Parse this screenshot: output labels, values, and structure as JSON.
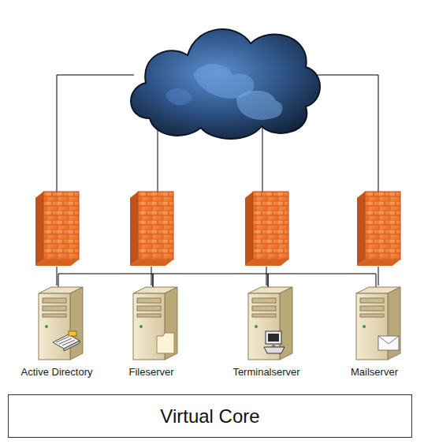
{
  "diagram": {
    "nodes": [
      {
        "text": [
          "Active Directory"
        ]
      },
      {
        "text": [
          "Fileserver"
        ]
      },
      {
        "text": [
          "Terminalserver"
        ]
      },
      {
        "text": [
          "Mailserver"
        ]
      },
      {
        "text": [
          "Virtual Core"
        ]
      }
    ],
    "edges": [
      {
        "from": 0,
        "to": 1,
        "arrow": "none"
      },
      {
        "from": 1,
        "to": 2,
        "arrow": "none"
      },
      {
        "from": 2,
        "to": 3,
        "arrow": "none"
      }
    ]
  }
}
